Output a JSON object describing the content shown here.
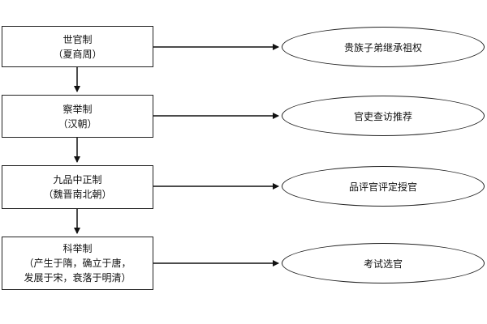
{
  "nodes": [
    {
      "title": "世官制",
      "details": [
        "（夏商周）"
      ],
      "result": "贵族子弟继承祖权"
    },
    {
      "title": "察举制",
      "details": [
        "（汉朝）"
      ],
      "result": "官吏查访推荐"
    },
    {
      "title": "九品中正制",
      "details": [
        "（魏晋南北朝）"
      ],
      "result": "品评官评定授官"
    },
    {
      "title": "科举制",
      "details": [
        "（产生于隋，确立于唐，",
        "发展于宋，衰落于明清）"
      ],
      "result": "考试选官"
    }
  ]
}
